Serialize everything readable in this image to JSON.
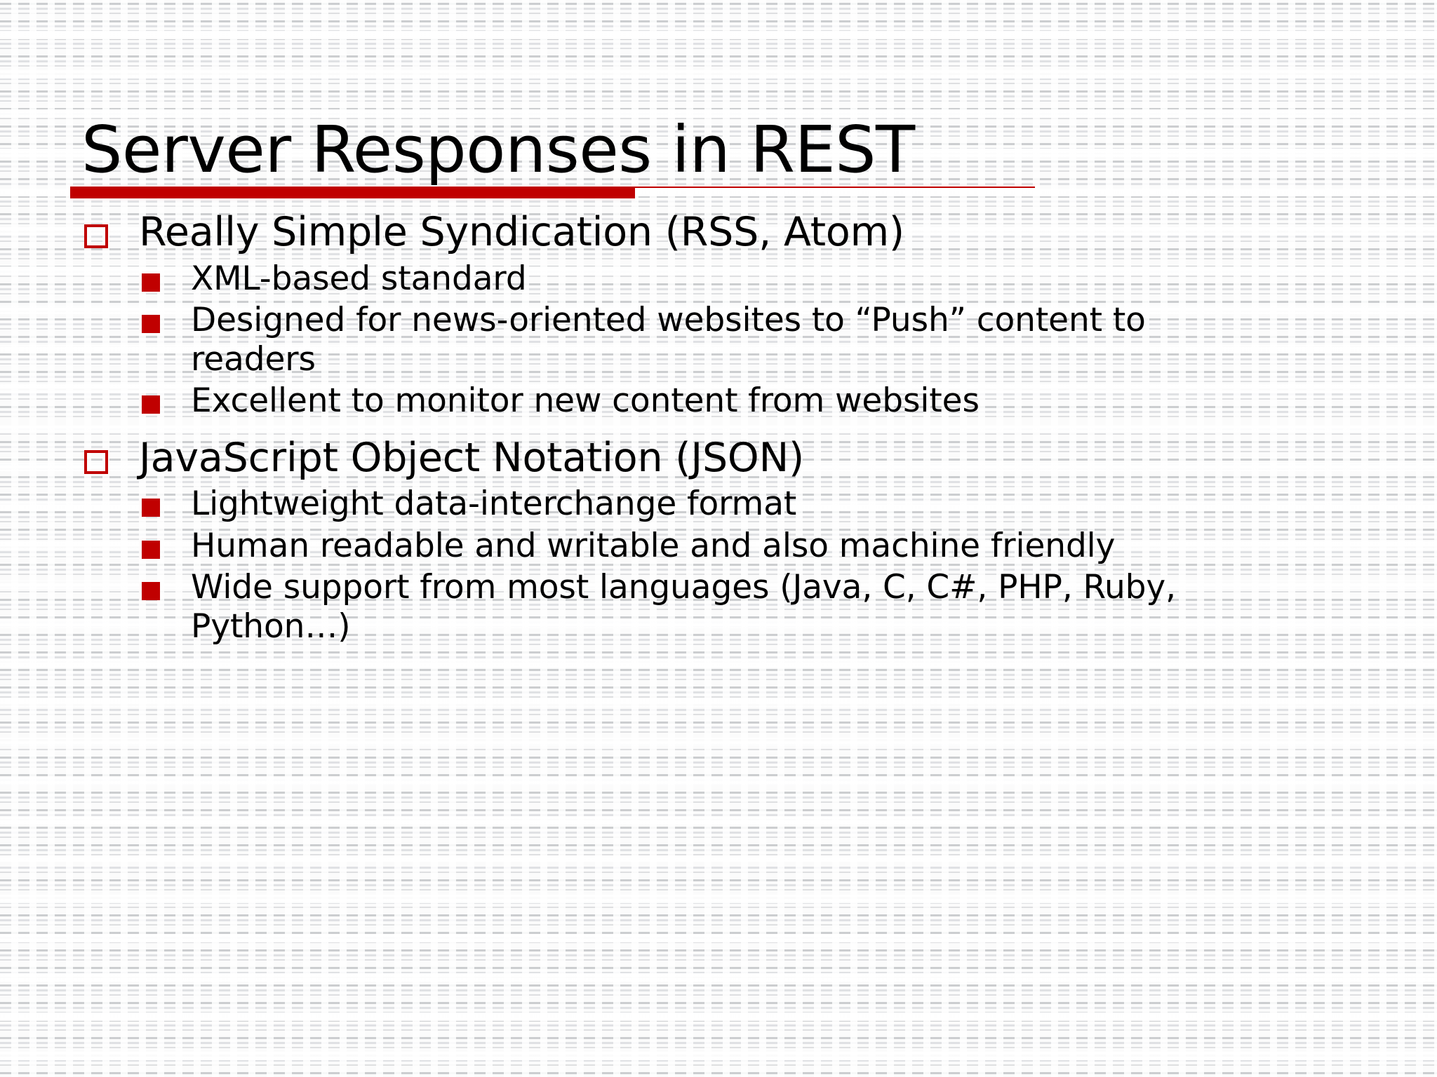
{
  "slide": {
    "title": "Server Responses in REST",
    "accent_color": "#c00000",
    "text_color": "#000000",
    "background_color": "#fbfbfb",
    "sections": [
      {
        "heading": "Really Simple Syndication (RSS, Atom)",
        "marker": "hollow-square-bullet",
        "items": [
          {
            "text": "XML-based standard",
            "marker": "solid-square-bullet"
          },
          {
            "text": "Designed for news-oriented websites to “Push” content to readers",
            "marker": "solid-square-bullet"
          },
          {
            "text": "Excellent to monitor new content from websites",
            "marker": "solid-square-bullet"
          }
        ]
      },
      {
        "heading": "JavaScript Object Notation (JSON)",
        "marker": "hollow-square-bullet",
        "items": [
          {
            "text": "Lightweight data-interchange format",
            "marker": "solid-square-bullet"
          },
          {
            "text": "Human readable and writable and also machine friendly",
            "marker": "solid-square-bullet"
          },
          {
            "text": "Wide support from most languages (Java, C, C#, PHP, Ruby, Python…)",
            "marker": "solid-square-bullet"
          }
        ]
      }
    ]
  }
}
